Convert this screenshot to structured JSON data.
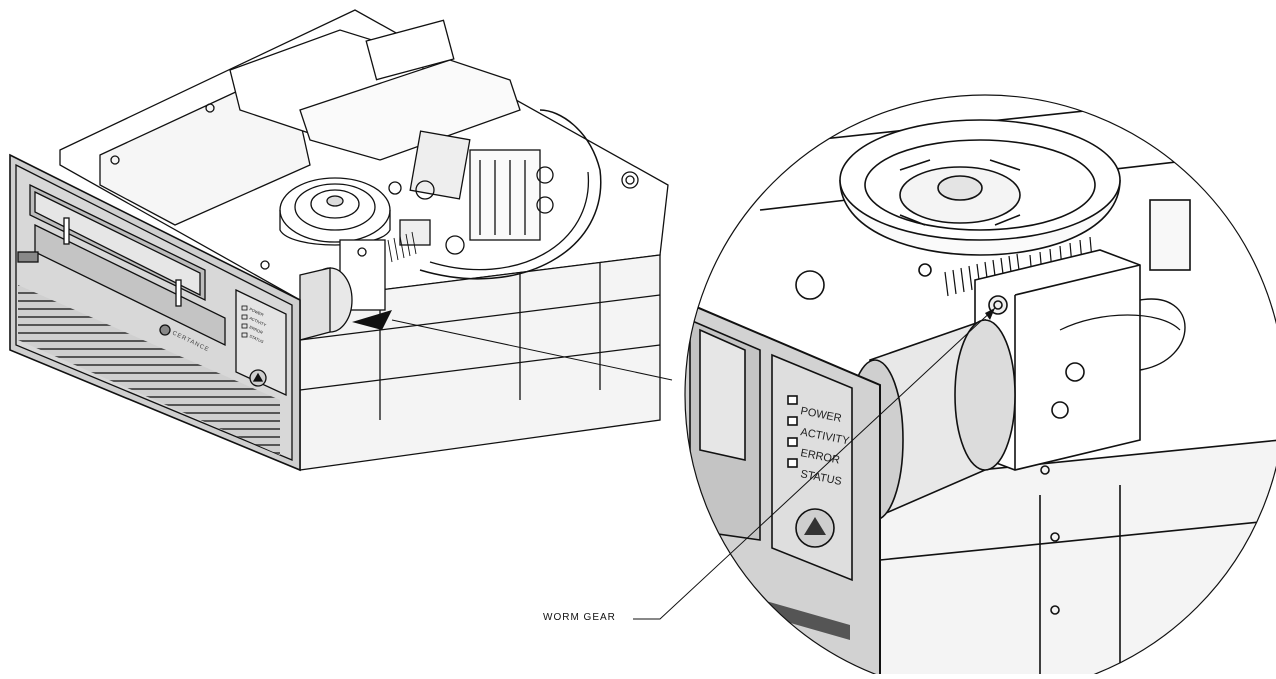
{
  "callout": {
    "label": "WORM GEAR"
  },
  "front_panel": {
    "leds": [
      "POWER",
      "ACTIVITY",
      "ERROR",
      "STATUS"
    ],
    "brand": "CERTANCE"
  },
  "colors": {
    "line": "#111111",
    "panel": "#d9d9d9",
    "bezel": "#cfcfcf",
    "background": "#ffffff"
  }
}
